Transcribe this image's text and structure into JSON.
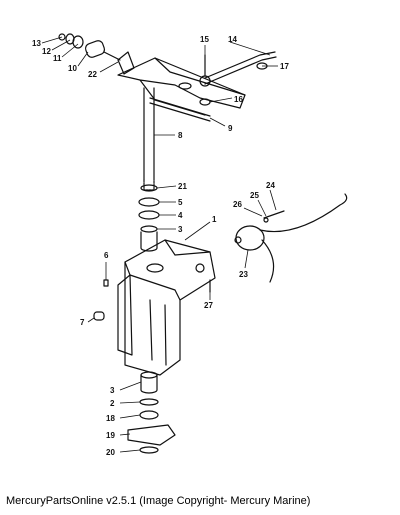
{
  "caption": "MercuryPartsOnline v2.5.1 (Image Copyright- Mercury Marine)",
  "colors": {
    "ink": "#111111",
    "background": "#ffffff"
  },
  "callouts": [
    {
      "id": "1",
      "label": "1"
    },
    {
      "id": "2",
      "label": "2"
    },
    {
      "id": "3a",
      "label": "3"
    },
    {
      "id": "3b",
      "label": "3"
    },
    {
      "id": "4",
      "label": "4"
    },
    {
      "id": "5",
      "label": "5"
    },
    {
      "id": "6",
      "label": "6"
    },
    {
      "id": "7",
      "label": "7"
    },
    {
      "id": "8",
      "label": "8"
    },
    {
      "id": "9",
      "label": "9"
    },
    {
      "id": "10",
      "label": "10"
    },
    {
      "id": "11",
      "label": "11"
    },
    {
      "id": "12",
      "label": "12"
    },
    {
      "id": "13",
      "label": "13"
    },
    {
      "id": "14",
      "label": "14"
    },
    {
      "id": "15",
      "label": "15"
    },
    {
      "id": "16",
      "label": "16"
    },
    {
      "id": "17",
      "label": "17"
    },
    {
      "id": "18",
      "label": "18"
    },
    {
      "id": "19",
      "label": "19"
    },
    {
      "id": "20",
      "label": "20"
    },
    {
      "id": "21",
      "label": "21"
    },
    {
      "id": "22",
      "label": "22"
    },
    {
      "id": "23",
      "label": "23"
    },
    {
      "id": "24",
      "label": "24"
    },
    {
      "id": "25",
      "label": "25"
    },
    {
      "id": "26",
      "label": "26"
    },
    {
      "id": "27",
      "label": "27"
    }
  ]
}
